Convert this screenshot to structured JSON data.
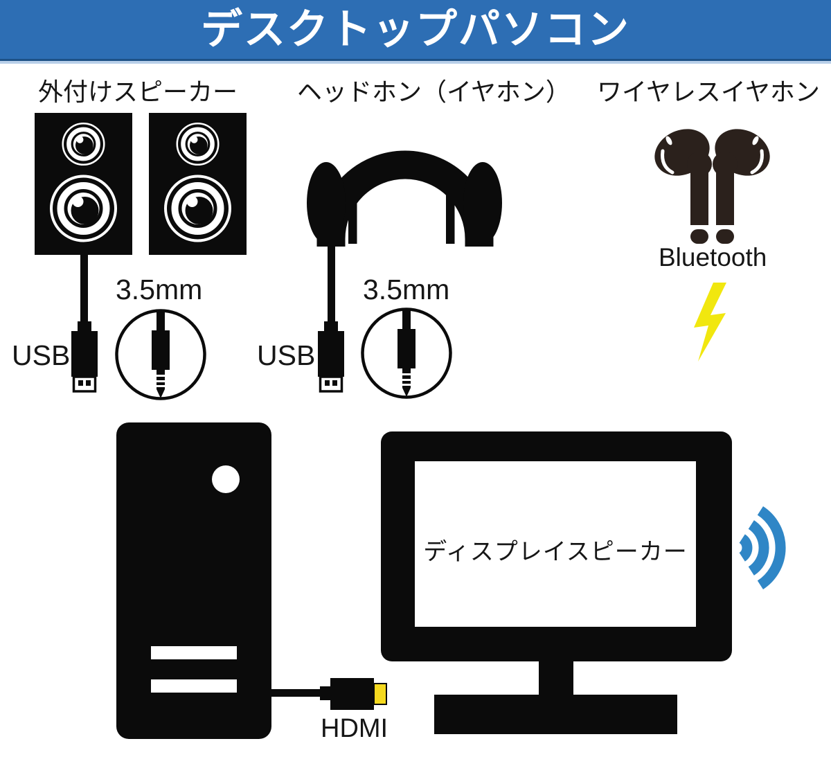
{
  "banner": {
    "title": "デスクトップパソコン"
  },
  "sections": {
    "speakers": {
      "label": "外付けスピーカー",
      "usb": "USB",
      "jack_size": "3.5mm"
    },
    "headphones": {
      "label": "ヘッドホン（イヤホン）",
      "usb": "USB",
      "jack_size": "3.5mm"
    },
    "wireless": {
      "label": "ワイヤレスイヤホン",
      "connection": "Bluetooth"
    }
  },
  "desktop": {
    "hdmi": "HDMI",
    "display": "ディスプレイスピーカー"
  },
  "icons": {
    "speakers": "speakers-icon",
    "headphones": "headphones-icon",
    "wireless_earbuds": "wireless-earbuds-icon",
    "lightning": "lightning-bolt-icon",
    "usb_plug": "usb-plug-icon",
    "audio_jack": "audio-jack-icon",
    "pc_tower": "pc-tower-icon",
    "hdmi_cable": "hdmi-cable-icon",
    "monitor": "monitor-icon",
    "sound_waves": "sound-waves-icon"
  },
  "colors": {
    "banner_blue": "#2d6eb4",
    "banner_edge_dark": "#1d5186",
    "banner_edge_light": "#b8cfe9",
    "ink": "#0b0b0b",
    "earbud_brown": "#2b211c",
    "bolt_yellow": "#f1e70f",
    "hdmi_yellow": "#f5d91f",
    "wave_blue": "#2f86c6"
  }
}
